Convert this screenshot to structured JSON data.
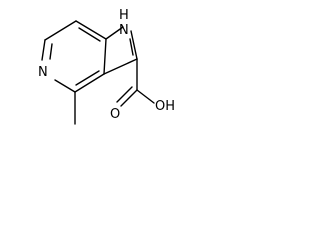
{
  "molecule": {
    "atoms": {
      "pyrrole_nh": "H",
      "pyrrole_n": "N",
      "pyridine_n": "N",
      "carboxyl_oh": "OH",
      "carbonyl_o": "O"
    }
  },
  "colors": {
    "bond": "#000000",
    "label": "#000000",
    "background": "#ffffff"
  }
}
